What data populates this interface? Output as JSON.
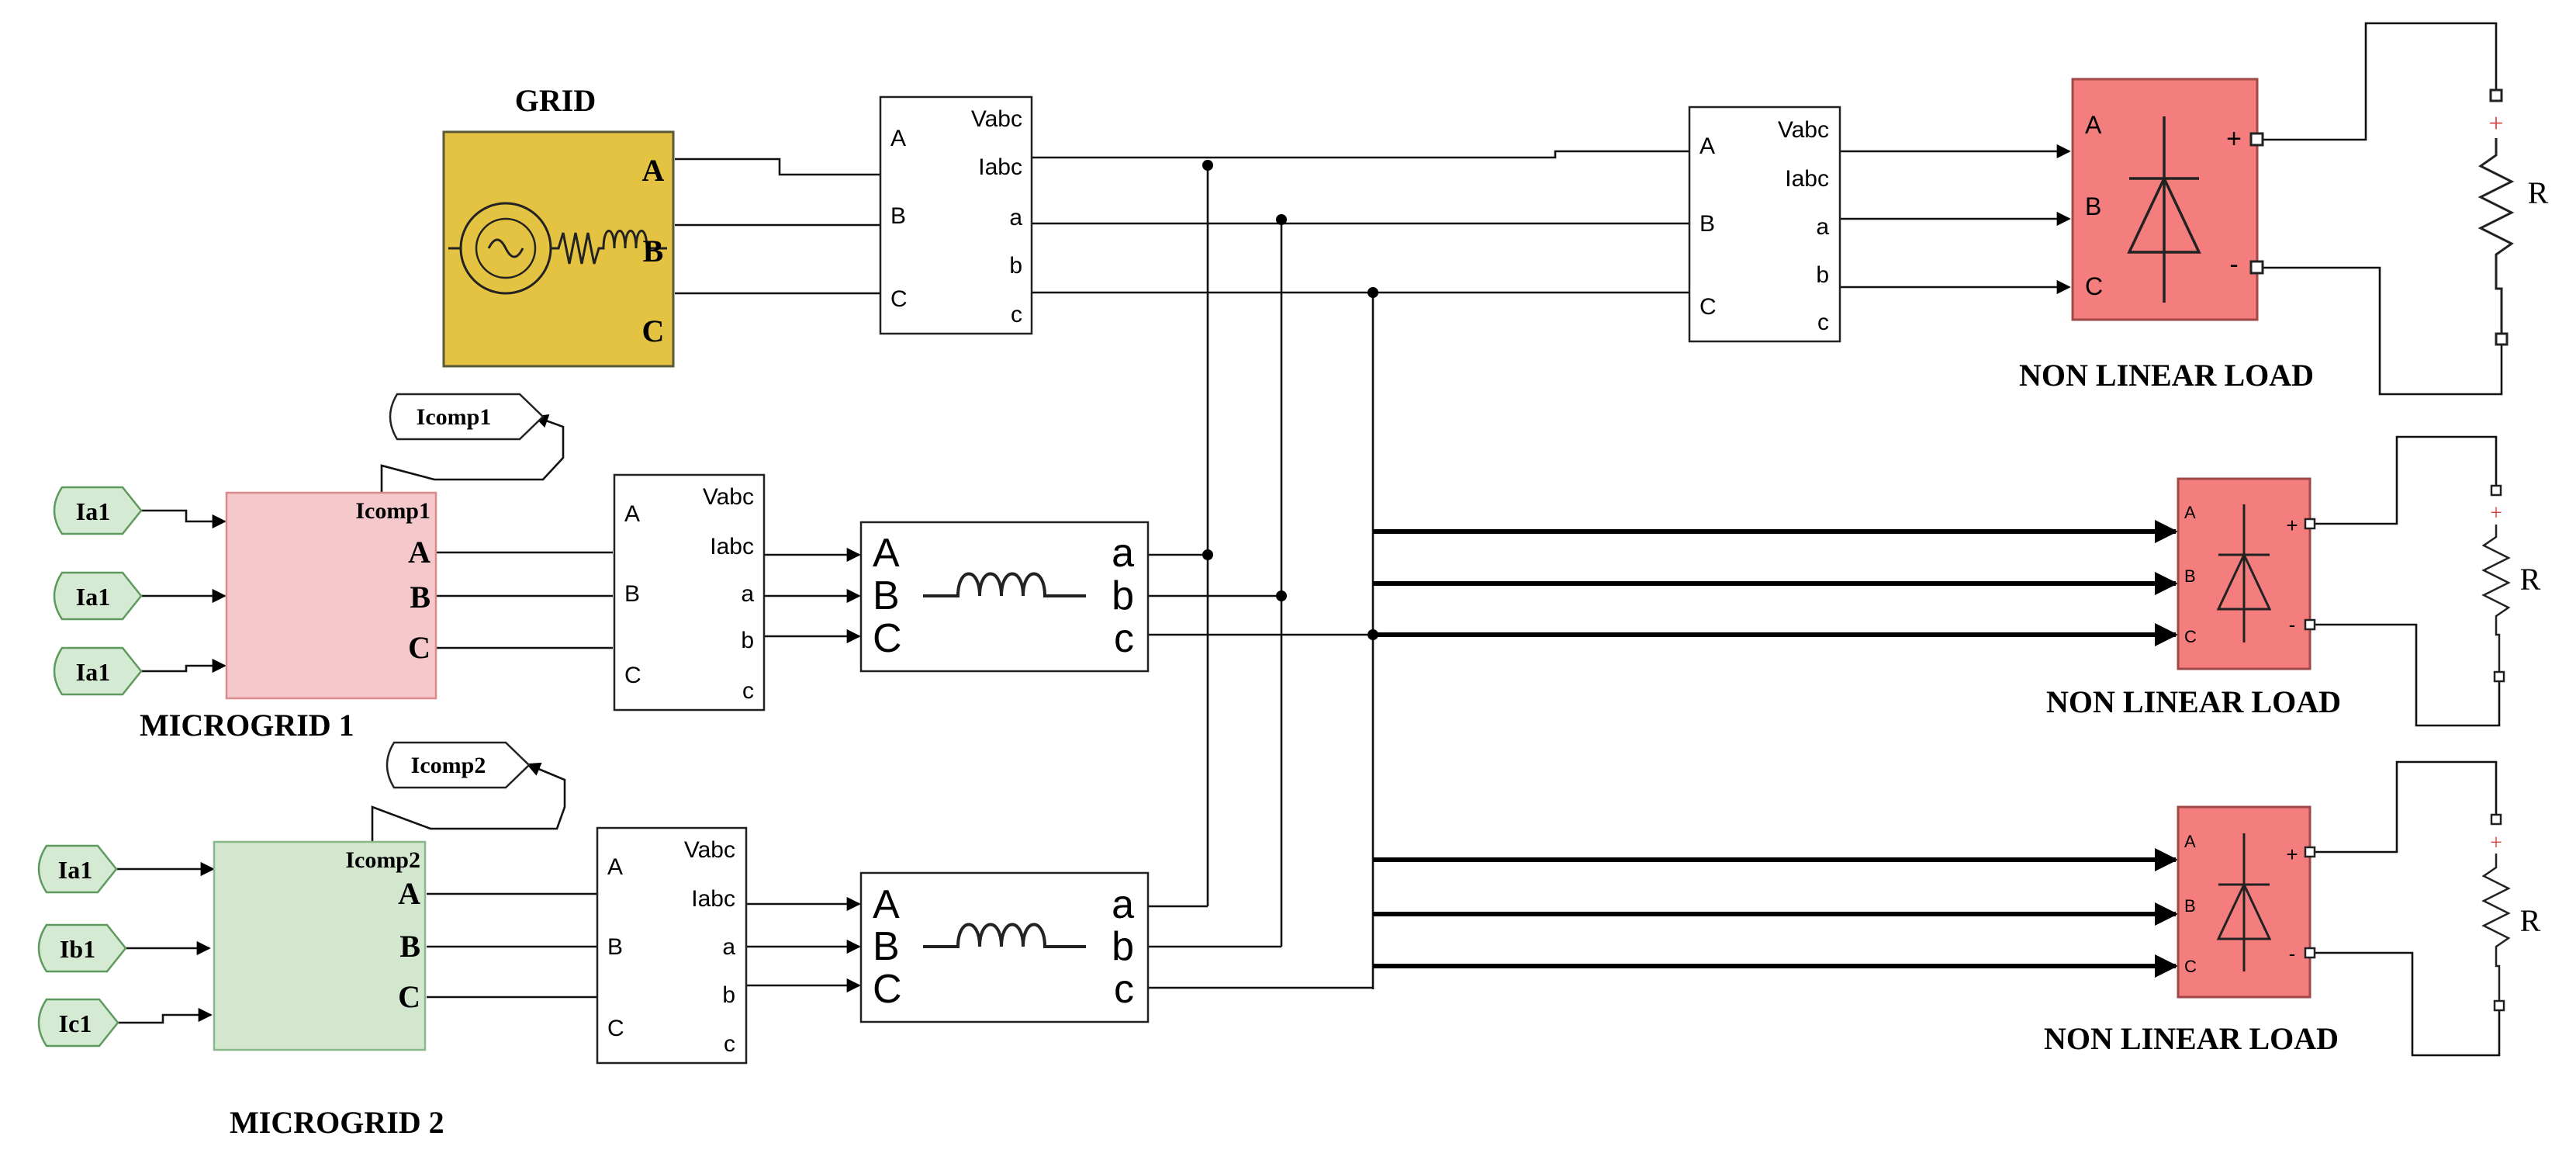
{
  "colors": {
    "grid_fill": "#e3c341",
    "microgrid1_fill": "#f5c8cb",
    "microgrid2_fill": "#d3e7cf",
    "tag_fill": "#d5ead2",
    "load_fill": "#f47d7d",
    "wire": "#111111",
    "plus_red": "#e04040"
  },
  "grid": {
    "title": "GRID",
    "ports": [
      "A",
      "B",
      "C"
    ]
  },
  "microgrid1": {
    "title": "MICROGRID 1",
    "out_label": "Icomp1",
    "ports": [
      "A",
      "B",
      "C"
    ],
    "goto_tag": "Icomp1",
    "inputs": [
      "Ia1",
      "Ia1",
      "Ia1"
    ]
  },
  "microgrid2": {
    "title": "MICROGRID 2",
    "out_label": "Icomp2",
    "ports": [
      "A",
      "B",
      "C"
    ],
    "goto_tag": "Icomp2",
    "inputs": [
      "Ia1",
      "Ib1",
      "Ic1"
    ]
  },
  "measurement": {
    "in_ports": [
      "A",
      "B",
      "C"
    ],
    "out_ports": [
      "Vabc",
      "Iabc",
      "a",
      "b",
      "c"
    ]
  },
  "inductor": {
    "in_ports": [
      "A",
      "B",
      "C"
    ],
    "out_ports": [
      "a",
      "b",
      "c"
    ]
  },
  "rectifier": {
    "in_ports": [
      "A",
      "B",
      "C"
    ],
    "plus": "+",
    "minus": "-"
  },
  "loads": [
    {
      "label": "NON LINEAR LOAD",
      "resistor": "R"
    },
    {
      "label": "NON LINEAR LOAD",
      "resistor": "R"
    },
    {
      "label": "NON LINEAR LOAD",
      "resistor": "R"
    }
  ]
}
